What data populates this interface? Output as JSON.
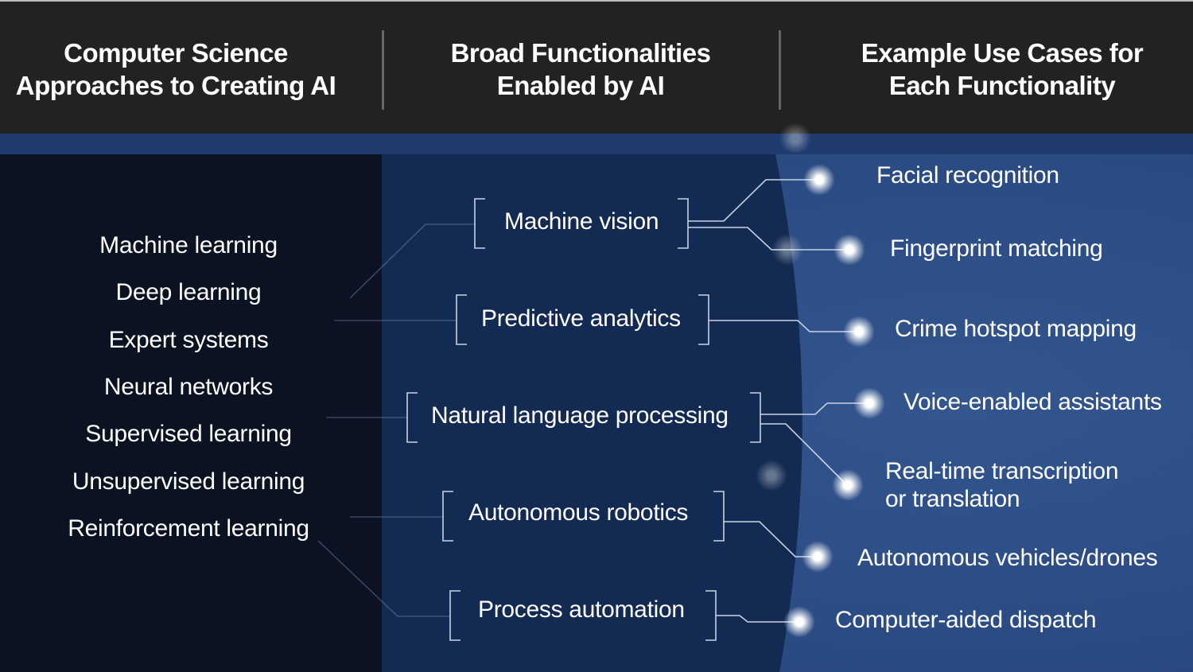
{
  "header": {
    "col1": [
      "Computer Science",
      "Approaches to Creating AI"
    ],
    "col2": [
      "Broad Functionalities",
      "Enabled by AI"
    ],
    "col3": [
      "Example Use Cases for",
      "Each Functionality"
    ]
  },
  "approaches": [
    "Machine learning",
    "Deep learning",
    "Expert systems",
    "Neural networks",
    "Supervised learning",
    "Unsupervised learning",
    "Reinforcement learning"
  ],
  "functionalities": [
    "Machine vision",
    "Predictive analytics",
    "Natural language processing",
    "Autonomous robotics",
    "Process automation"
  ],
  "use_cases": [
    "Facial recognition",
    "Fingerprint matching",
    "Crime hotspot mapping",
    "Voice-enabled assistants",
    "Real-time transcription",
    "or translation",
    "Autonomous vehicles/drones",
    "Computer-aided dispatch"
  ],
  "colors": {
    "header_bg": "#222224",
    "accent_blue": "#2a4a82",
    "line": "#c8d2e4"
  }
}
